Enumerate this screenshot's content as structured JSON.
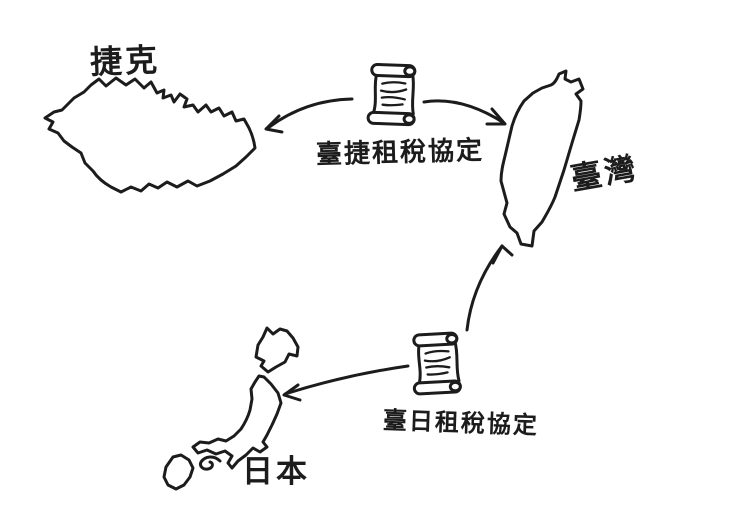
{
  "colors": {
    "background": "#ffffff",
    "ink": "#1c1c1c"
  },
  "countries": {
    "czech": {
      "label": "捷克"
    },
    "taiwan": {
      "label": "臺灣"
    },
    "japan": {
      "label": "日本"
    }
  },
  "treaties": {
    "czech": {
      "label": "臺捷租稅協定",
      "icon": "scroll-icon",
      "connects": [
        "臺灣",
        "捷克"
      ]
    },
    "japan": {
      "label": "臺日租稅協定",
      "icon": "scroll-icon",
      "connects": [
        "臺灣",
        "日本"
      ]
    }
  },
  "arrows": [
    {
      "from": "czech-treaty-scroll",
      "to": "czech-map"
    },
    {
      "from": "czech-treaty-scroll",
      "to": "taiwan-map"
    },
    {
      "from": "japan-treaty-scroll",
      "to": "taiwan-map"
    },
    {
      "from": "japan-treaty-scroll",
      "to": "japan-map"
    }
  ]
}
